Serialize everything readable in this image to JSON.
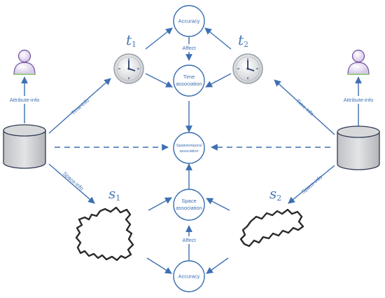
{
  "nodes": {
    "accuracy_top": "Accuracy",
    "time_assoc_line1": "Time",
    "time_assoc_line2": "association",
    "spatiotemporal_line1": "Spatiotemporal",
    "spatiotemporal_line2": "association",
    "space_assoc_line1": "Space",
    "space_assoc_line2": "association",
    "accuracy_bottom": "Accuracy"
  },
  "edges": {
    "affect_top": "Affect",
    "affect_bottom": "Affect",
    "attribute_left": "Attribute-info",
    "attribute_right": "Attribute-info",
    "time_left": "Time-info",
    "time_right": "Time-info",
    "space_left": "Space-info",
    "space_right": "Space-info"
  },
  "symbols": {
    "t1": "t",
    "t1_sub": "1",
    "t2": "t",
    "t2_sub": "2",
    "s1": "s",
    "s1_sub": "1",
    "s2": "s",
    "s2_sub": "2"
  },
  "colors": {
    "accent": "#3d6fb2",
    "database_fill": "#cfd0d3",
    "map_outline": "#2b2b2b"
  },
  "icons": [
    "user-icon",
    "database-icon",
    "clock-icon",
    "map-region-icon"
  ]
}
